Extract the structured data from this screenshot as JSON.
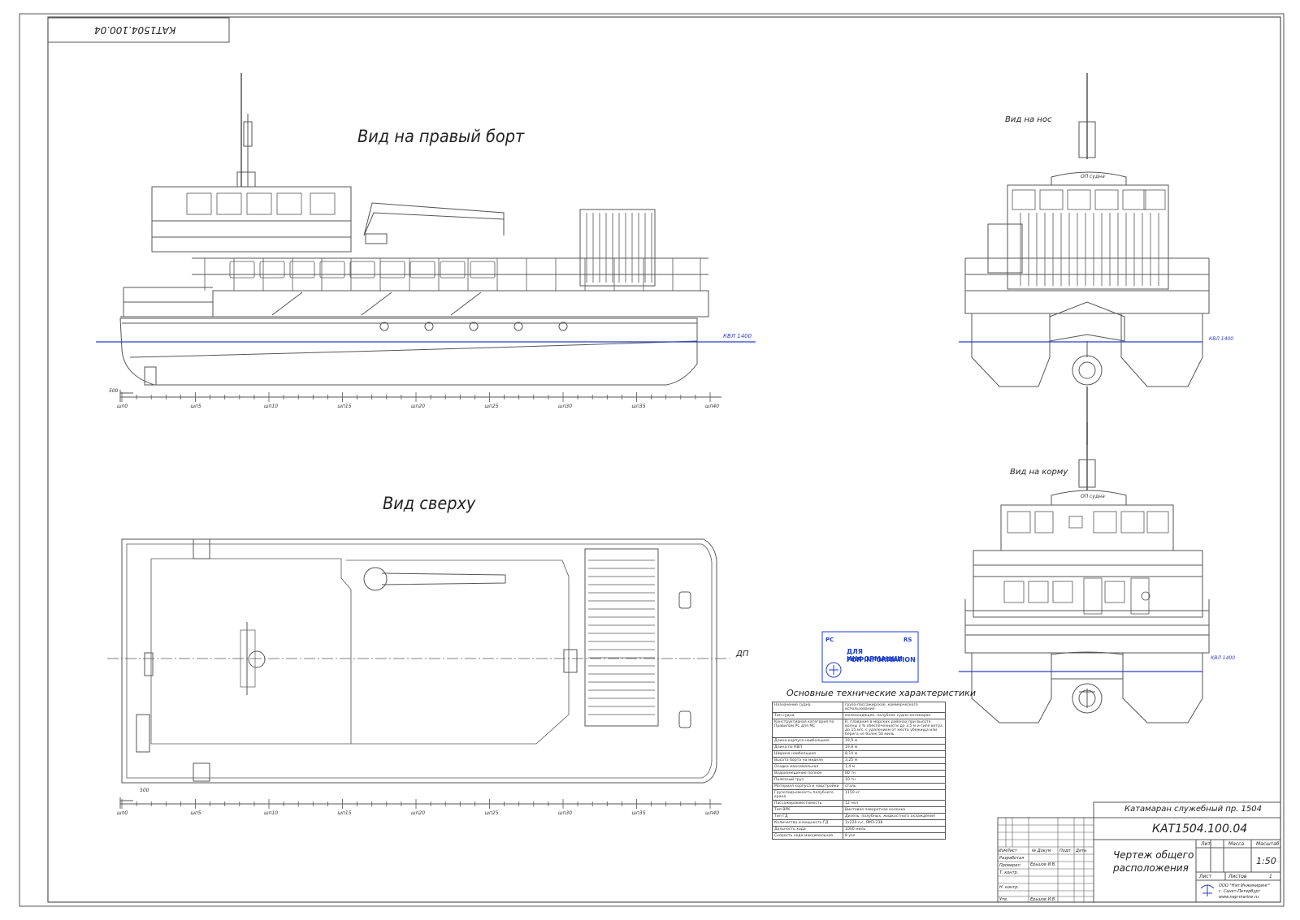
{
  "sheet": {
    "code_stamp": "КАТ1504.100.04",
    "view_side": "Вид на правый борт",
    "view_top": "Вид сверху",
    "view_bow": "Вид на нос",
    "view_stern": "Вид на корму",
    "waterline": "КВЛ 1400",
    "waterline_small": "КВЛ 1400",
    "centerline": "ДП",
    "light_label": "ОП судна",
    "scale_step": "500",
    "frames": [
      "шп0",
      "шп5",
      "шп10",
      "шп15",
      "шп20",
      "шп25",
      "шп30",
      "шп35",
      "шп40"
    ]
  },
  "stamp": {
    "left": "РС",
    "right": "RS",
    "line1": "ДЛЯ ИНФОРМАЦИИ",
    "line2": "FOR INFORMATION"
  },
  "specs": {
    "title": "Основные технические характеристики",
    "rows": [
      [
        "Назначение судна",
        "грузо-пассажирское, коммерческого использования"
      ],
      [
        "Тип судна",
        "мелкосидящее, палубное судно-катамаран"
      ],
      [
        "Конструктивная категория по Правилам РС для МС",
        "R, плавание в морских районах при высоте волны 3 % обеспеченности до 3,5 м и силе ветра до 15 м/с, с удалением от места убежища или берега не более 50 миль"
      ],
      [
        "Длина корпуса наибольшая",
        "19,9 м"
      ],
      [
        "Длина по КВЛ",
        "19,8 м"
      ],
      [
        "Ширина наибольшая",
        "8,14 м"
      ],
      [
        "Высота борта на миделе",
        "3,25 м"
      ],
      [
        "Осадка максимальная",
        "1,4 м"
      ],
      [
        "Водоизмещение полное",
        "80 тн"
      ],
      [
        "Полезный груз",
        "10 тн"
      ],
      [
        "Материал корпуса и надстройки",
        "сталь"
      ],
      [
        "Грузоподъемность палубного крана",
        "1150 кг"
      ],
      [
        "Пассажировместимость",
        "12 чел"
      ],
      [
        "Тип ВРК",
        "Винтовая поворотная колонка"
      ],
      [
        "Тип ГД",
        "Дизель, палубных, жидкостного охлаждения"
      ],
      [
        "Количество и мощность ГД",
        "1х220 л.с. ЯМЗ-238"
      ],
      [
        "Дальность хода",
        "1000 миль"
      ],
      [
        "Скорость хода максимальная",
        "8 узл"
      ]
    ]
  },
  "title_block": {
    "vessel": "Катамаран служебный пр. 1504",
    "designation": "КАТ1504.100.04",
    "name_line1": "Чертеж общего",
    "name_line2": "расположения",
    "scale": "1:50",
    "col_lit": "Лит.",
    "col_mass": "Масса",
    "col_scale": "Масштаб",
    "sheet": "Лист",
    "sheets": "Листов",
    "sheets_count": "1",
    "headers": [
      "Изм",
      "Лист",
      "№ Докум",
      "Подп",
      "Дата"
    ],
    "roles": [
      "Разработал",
      "Проверил",
      "Т. контр.",
      "",
      "Н. контр.",
      "Утв."
    ],
    "developer": "Ерьшов И.В.",
    "approver": "Ерьшов И.В.",
    "company1": "ООО \"Нэп Инжиниринг\"",
    "company2": "г. Санкт-Петербург",
    "company3": "www.nep-marine.ru"
  }
}
